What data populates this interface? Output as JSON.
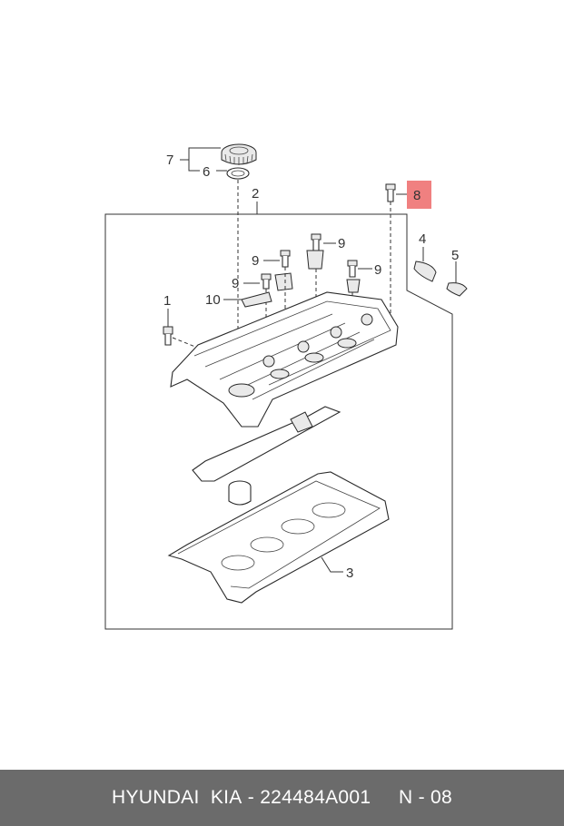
{
  "callouts": [
    {
      "id": "c1",
      "label": "1"
    },
    {
      "id": "c2",
      "label": "2"
    },
    {
      "id": "c3",
      "label": "3"
    },
    {
      "id": "c4",
      "label": "4"
    },
    {
      "id": "c5",
      "label": "5"
    },
    {
      "id": "c6",
      "label": "6"
    },
    {
      "id": "c7",
      "label": "7"
    },
    {
      "id": "c8",
      "label": "8"
    },
    {
      "id": "c9a",
      "label": "9"
    },
    {
      "id": "c9b",
      "label": "9"
    },
    {
      "id": "c9c",
      "label": "9"
    },
    {
      "id": "c9d",
      "label": "9"
    },
    {
      "id": "c10",
      "label": "10"
    }
  ],
  "highlight_color": "#f08080",
  "footer": {
    "brand": "HYUNDAI  KIA",
    "separator": " - ",
    "part_number": "224484A001",
    "ref": "N - 08"
  },
  "colors": {
    "footer_bg": "#6b6b6b",
    "footer_text": "#ffffff",
    "line": "#333333"
  }
}
